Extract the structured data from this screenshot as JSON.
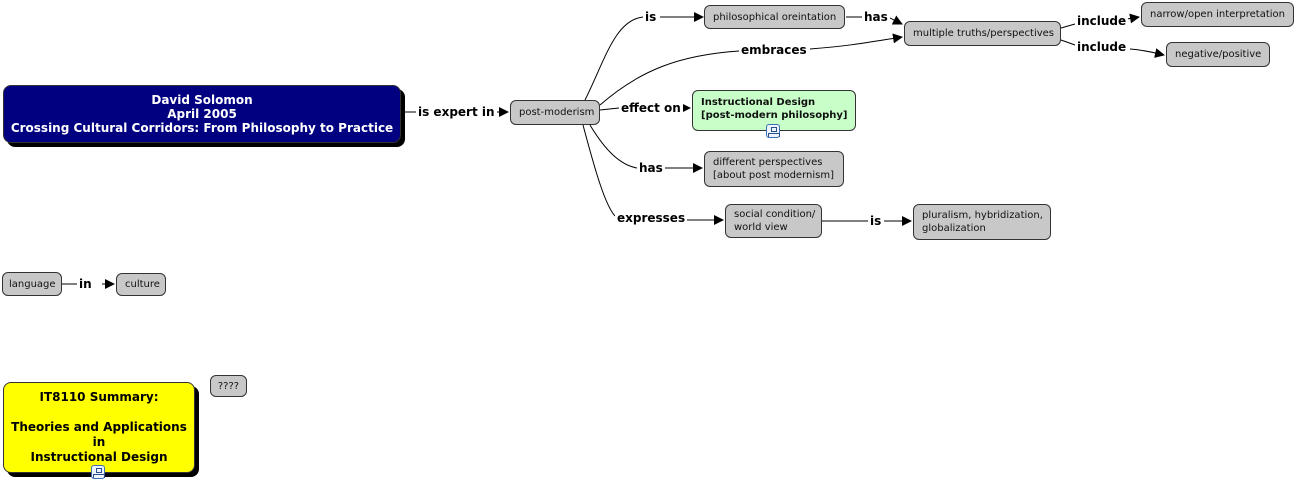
{
  "nodes": {
    "david": "David Solomon\nApril 2005\nCrossing Cultural Corridors: From Philosophy to Practice",
    "post_moderism": "post-moderism",
    "philosophical": "philosophical oreintation",
    "multiple_truths": "multiple truths/perspectives",
    "narrow_open": "narrow/open interpretation",
    "negative_positive": "negative/positive",
    "instructional_design": "Instructional Design\n[post-modern philosophy]",
    "different_perspectives": "different perspectives\n[about post modernism]",
    "social_condition": "social condition/\nworld view",
    "pluralism": "pluralism, hybridization,\nglobalization",
    "language": "language",
    "culture": "culture",
    "unknown": "????",
    "it8110": "IT8110 Summary:\n\nTheories and Applications\nin\nInstructional Design"
  },
  "links": {
    "is_expert_in": "is expert in",
    "is_1": "is",
    "has_1": "has",
    "embraces": "embraces",
    "include_1": "include",
    "include_2": "include",
    "effect_on": "effect on",
    "has_2": "has",
    "expresses": "expresses",
    "is_2": "is",
    "in": "in"
  },
  "colors": {
    "main_node": "#000080",
    "concept": "#c8c8c8",
    "linked_map": "#c8ffc8",
    "summary": "#ffff00"
  },
  "icons": [
    "linked-cmap-icon"
  ]
}
